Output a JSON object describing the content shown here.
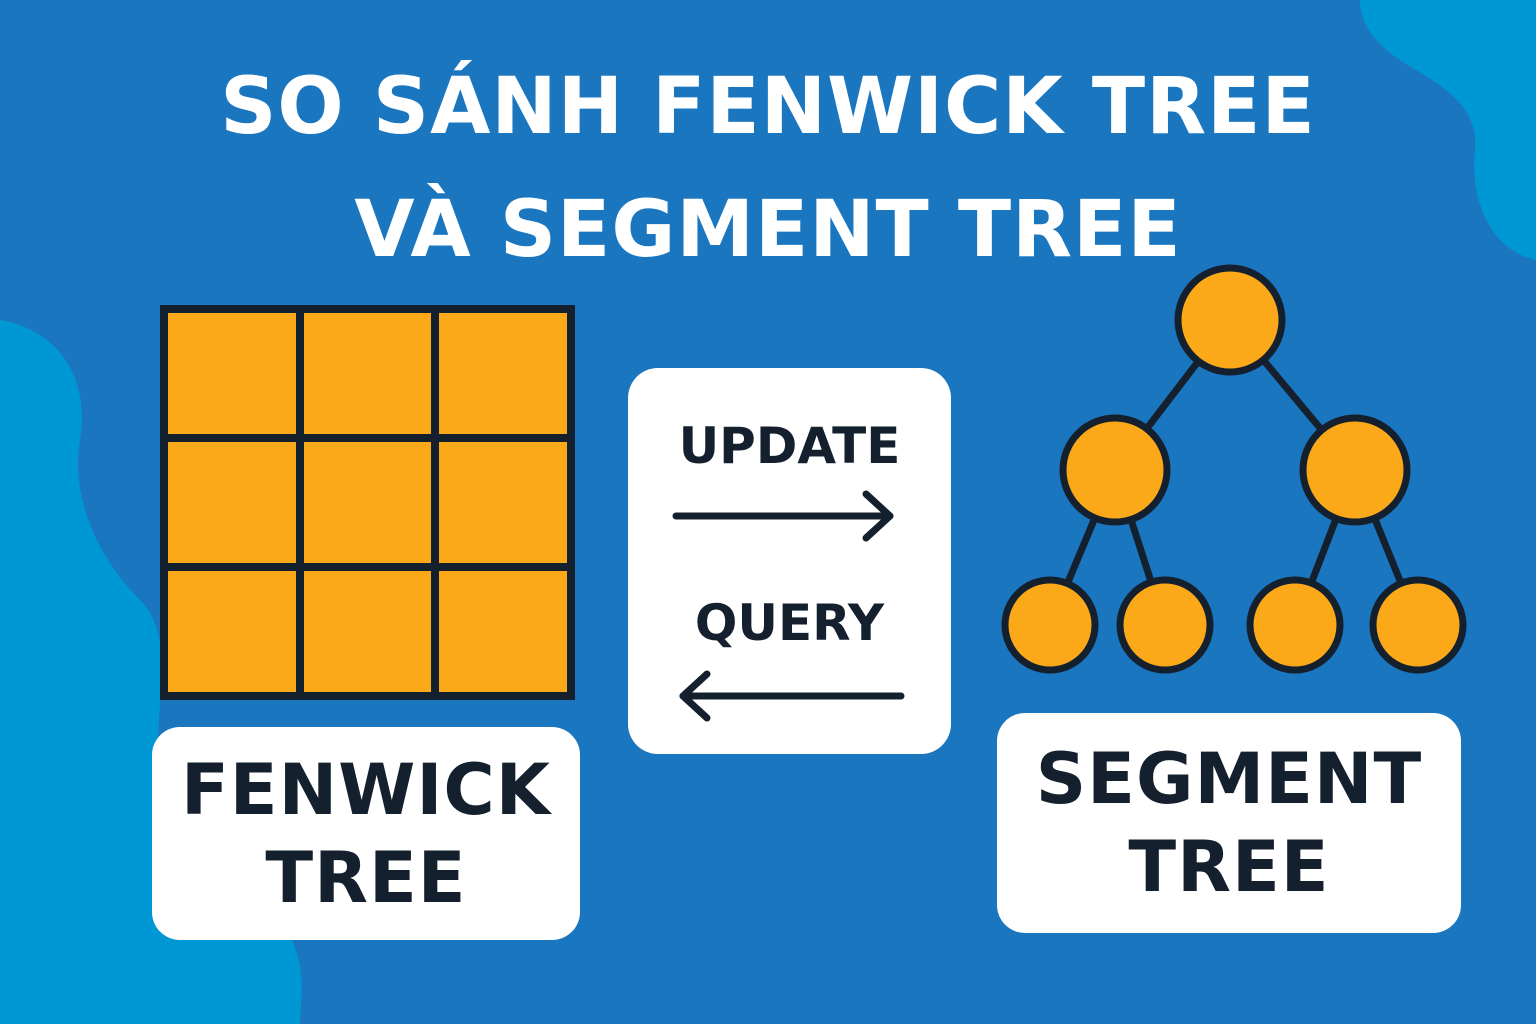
{
  "title": {
    "line1": "SO SÁNH FENWICK TREE",
    "line2": "VÀ SEGMENT TREE"
  },
  "fenwick": {
    "label_line1": "FENWICK",
    "label_line2": "TREE"
  },
  "segment": {
    "label_line1": "SEGMENT",
    "label_line2": "TREE"
  },
  "operations": {
    "update_label": "UPDATE",
    "query_label": "QUERY"
  },
  "colors": {
    "background": "#1b76c0",
    "accent_blob": "#0098d4",
    "node_fill": "#fba919",
    "outline": "#14202e",
    "card": "#ffffff"
  }
}
